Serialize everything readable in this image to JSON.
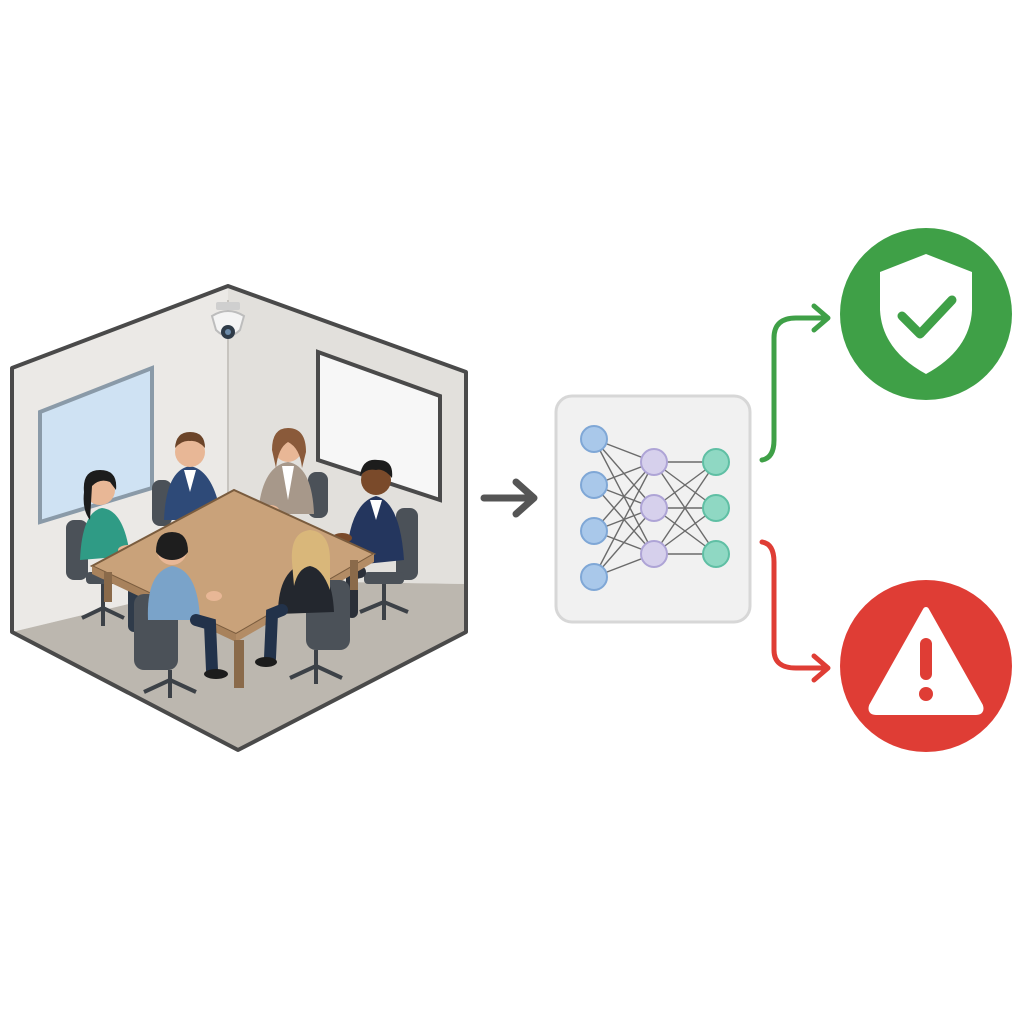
{
  "diagram": {
    "stages": [
      {
        "id": "meeting-room",
        "icon": "surveillance-camera-icon"
      },
      {
        "id": "neural-network",
        "icon": "neural-network-icon",
        "layers": [
          4,
          3,
          3
        ]
      },
      {
        "id": "safe-outcome",
        "icon": "shield-check-icon"
      },
      {
        "id": "alert-outcome",
        "icon": "warning-triangle-icon"
      }
    ],
    "people_count": 6
  },
  "colors": {
    "room_wall": "#e8e6e3",
    "room_floor": "#b9b4ac",
    "room_outline": "#4a4a4a",
    "table": "#c9a27a",
    "window": "#cfe2f3",
    "whiteboard": "#f7f7f7",
    "chair": "#4b5158",
    "arrow": "#555555",
    "nn_panel": "#f1f1f1",
    "nn_panel_border": "#d7d7d7",
    "nn_input": "#a9c8ea",
    "nn_hidden": "#d6d0ec",
    "nn_output": "#8fd8c3",
    "safe_green": "#3fa047",
    "alert_red": "#df3d35"
  }
}
